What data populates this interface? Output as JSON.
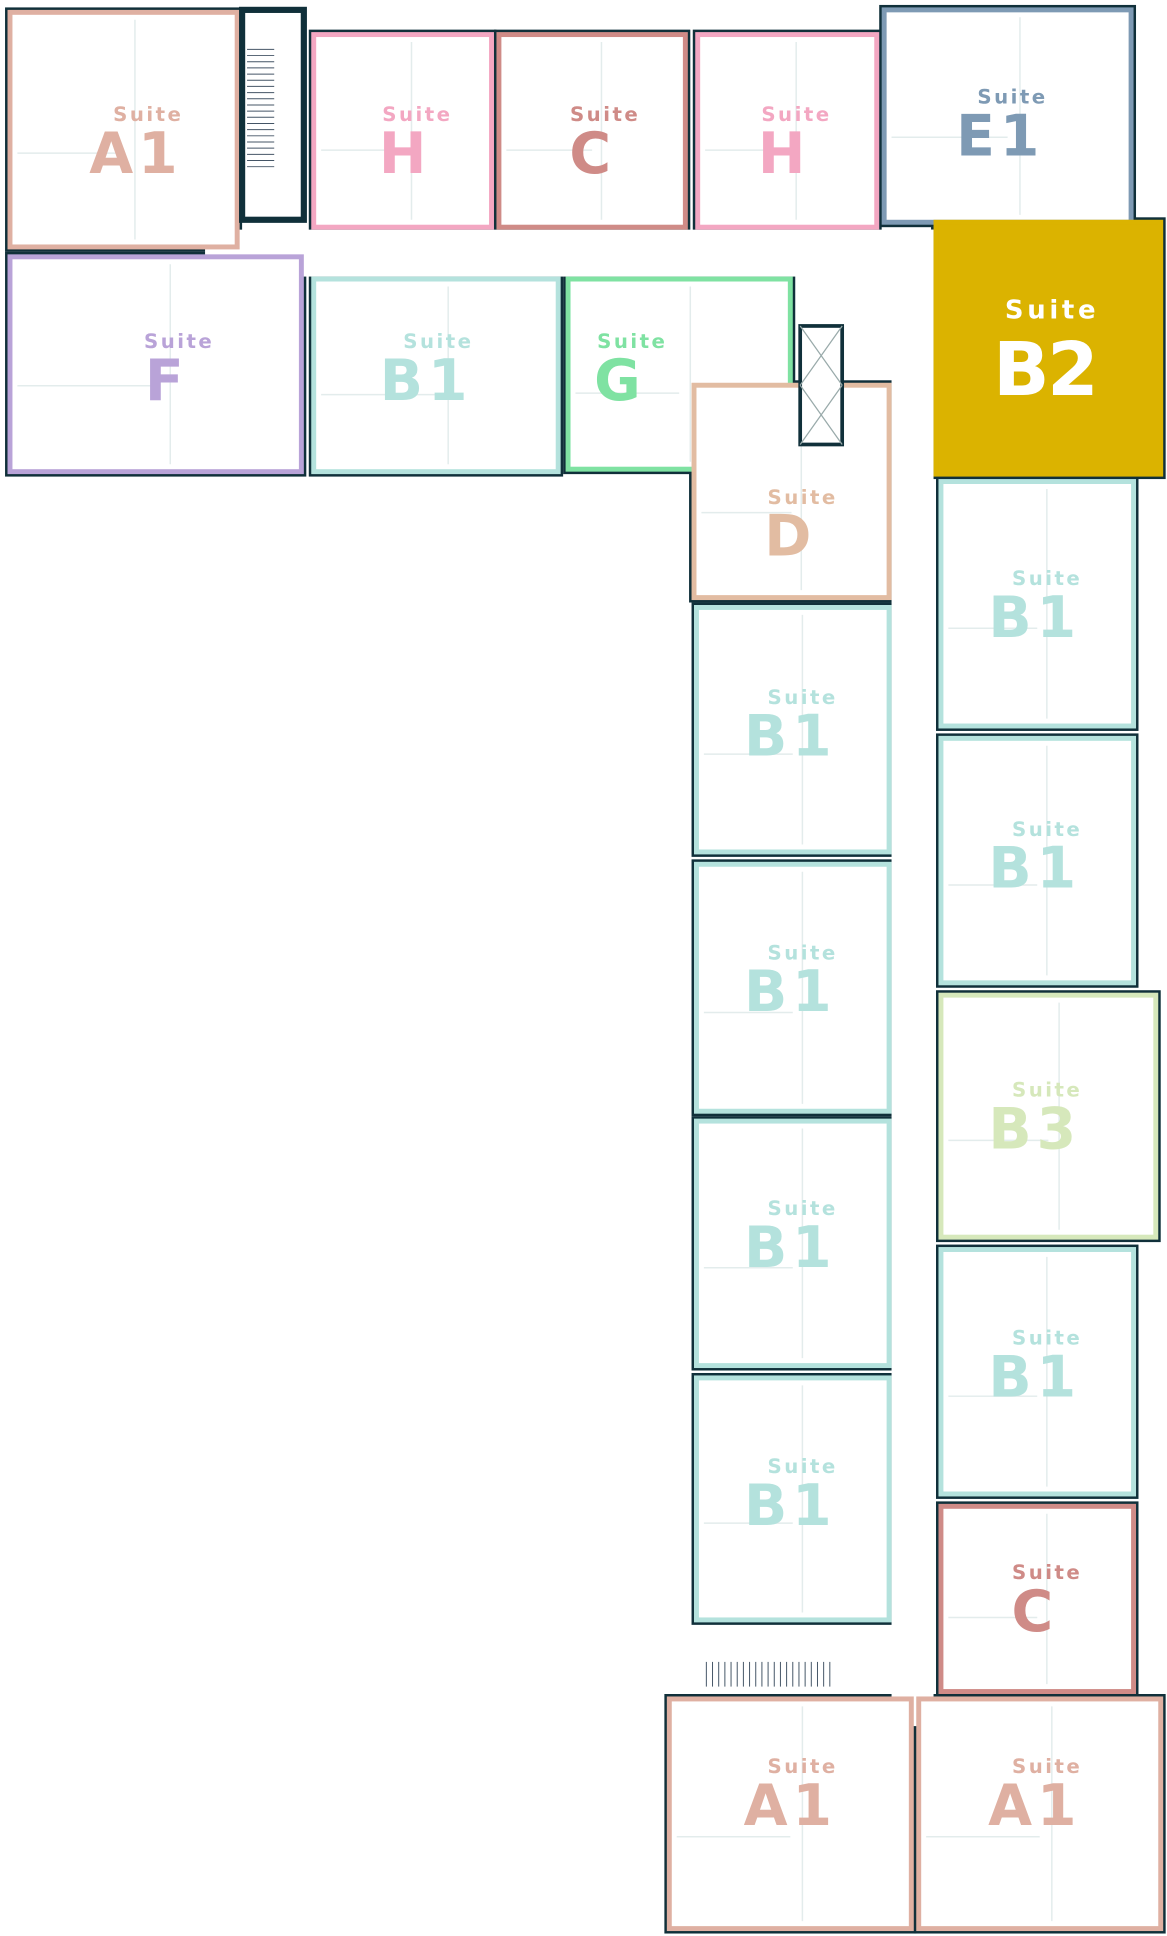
{
  "floor_plan": {
    "suites": [
      {
        "word": "Suite",
        "code": "A1",
        "color": "#dfb0a2"
      },
      {
        "word": "Suite",
        "code": "H",
        "color": "#f3a7c2"
      },
      {
        "word": "Suite",
        "code": "C",
        "color": "#cf8b87"
      },
      {
        "word": "Suite",
        "code": "H",
        "color": "#f3a7c2"
      },
      {
        "word": "Suite",
        "code": "E1",
        "color": "#7e9ab4"
      },
      {
        "word": "Suite",
        "code": "F",
        "color": "#b9a3d8"
      },
      {
        "word": "Suite",
        "code": "B1",
        "color": "#b4e2dd"
      },
      {
        "word": "Suite",
        "code": "G",
        "color": "#7fe2a2"
      },
      {
        "word": "Suite",
        "code": "D",
        "color": "#e2bca2"
      },
      {
        "word": "Suite",
        "code": "B2",
        "color": "#dbb300",
        "selected": true
      },
      {
        "word": "Suite",
        "code": "B1",
        "color": "#b4e2dd"
      },
      {
        "word": "Suite",
        "code": "B1",
        "color": "#b4e2dd"
      },
      {
        "word": "Suite",
        "code": "B1",
        "color": "#b4e2dd"
      },
      {
        "word": "Suite",
        "code": "B1",
        "color": "#b4e2dd"
      },
      {
        "word": "Suite",
        "code": "B3",
        "color": "#d6e8bb"
      },
      {
        "word": "Suite",
        "code": "B1",
        "color": "#b4e2dd"
      },
      {
        "word": "Suite",
        "code": "B1",
        "color": "#b4e2dd"
      },
      {
        "word": "Suite",
        "code": "B1",
        "color": "#b4e2dd"
      },
      {
        "word": "Suite",
        "code": "C",
        "color": "#cf8b87"
      },
      {
        "word": "Suite",
        "code": "A1",
        "color": "#dfb0a2"
      },
      {
        "word": "Suite",
        "code": "A1",
        "color": "#dfb0a2"
      }
    ],
    "wall_color": "#10303a",
    "selected_text_color": "#ffffff"
  }
}
